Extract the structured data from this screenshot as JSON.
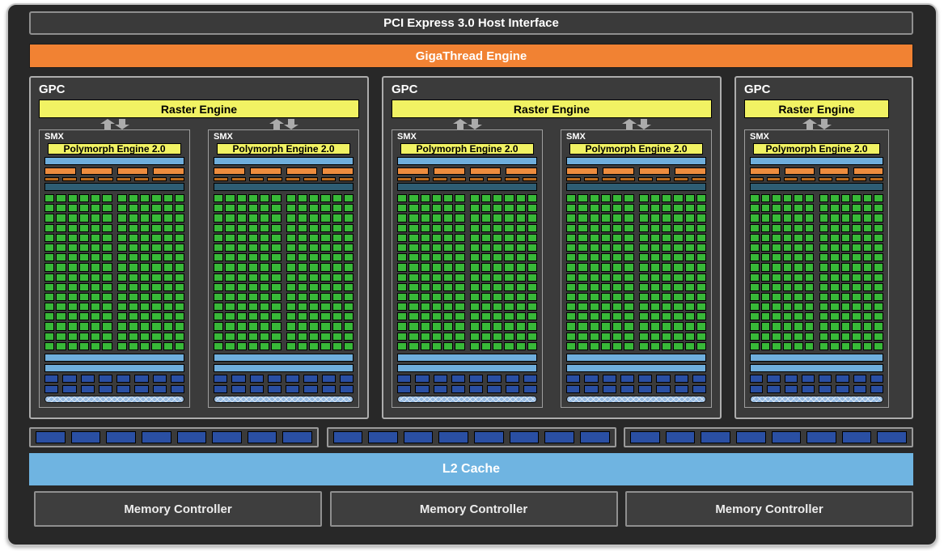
{
  "host_interface": {
    "label": "PCI Express 3.0 Host Interface"
  },
  "gigathread": {
    "label": "GigaThread Engine"
  },
  "gpc": {
    "label": "GPC",
    "raster_label": "Raster Engine",
    "instances": [
      {
        "smx_count": 2
      },
      {
        "smx_count": 2
      },
      {
        "smx_count": 1
      }
    ]
  },
  "smx": {
    "label": "SMX",
    "polymorph_label": "Polymorph Engine 2.0",
    "top_blue_bars": 1,
    "orange_wide_segments": 4,
    "orange_narrow_segments": 8,
    "core_rows": 16,
    "core_columns": 12,
    "core_column_groups": 2,
    "bottom_blue_bars": 2,
    "blue_segment_rows": 2,
    "blue_segments_per_row": 8,
    "hatched_bars": 1
  },
  "rop_partitions": {
    "groups": 3,
    "segments_per_group": 8
  },
  "l2_cache": {
    "label": "L2 Cache"
  },
  "memory_controllers": {
    "labels": [
      "Memory Controller",
      "Memory Controller",
      "Memory Controller"
    ]
  },
  "icons": {
    "raster_smx_link": "up-down-arrows-icon"
  },
  "colors": {
    "die_background": "#282828",
    "block_gray": "#3b3b3b",
    "accent_orange": "#f18233",
    "accent_yellow": "#f1f263",
    "light_blue": "#6faedc",
    "l2_blue": "#6fb4e1",
    "segment_orange": "#ed8c3e",
    "segment_dark_orange": "#ba6a1c",
    "teal": "#2e5d73",
    "core_green": "#38b838",
    "segment_blue": "#2a4fa3",
    "hatch_blue": "#93b8e0",
    "arrow_gray": "#ababab"
  }
}
